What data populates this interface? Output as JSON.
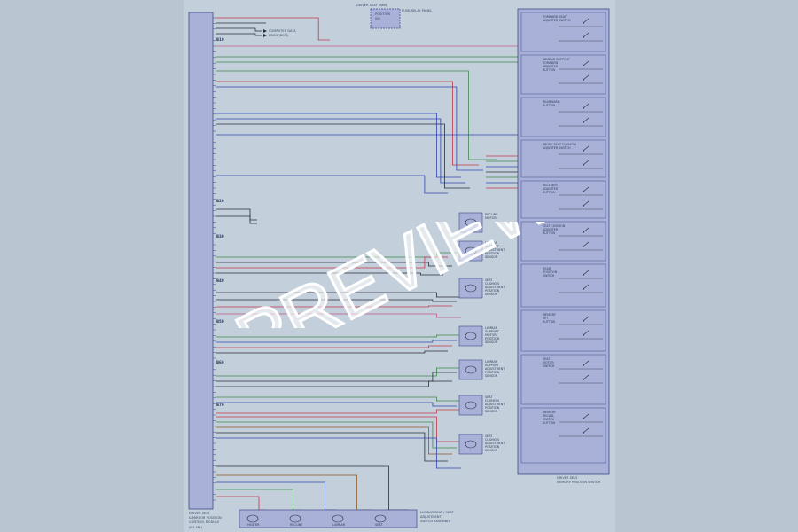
{
  "watermark": "PREVIEW",
  "colors": {
    "background": "#b9c6d1",
    "sheet": "#c3cfda",
    "box_fill": "#a9b1d8",
    "box_stroke": "#3f4a8a",
    "wire_red": "#c0384a",
    "wire_green": "#3d8a4a",
    "wire_blue": "#2f46b0",
    "wire_black": "#2a2f3a",
    "wire_pink": "#c45a8a",
    "wire_brown": "#8a5a2a"
  },
  "module": {
    "label_lines": [
      "DRIVER SEAT",
      "& MIRROR POSITION",
      "CONTROL MODULE"
    ],
    "sub_label": "(M1-M6)",
    "connectors": [
      "B10",
      "B20",
      "B30",
      "B40",
      "B50",
      "B60",
      "B70"
    ]
  },
  "top_box": {
    "label": "DRIVER SEAT MAIN",
    "note_lines": [
      "POSITION",
      "SW"
    ],
    "side_note": "FUSE/RELAY PANEL"
  },
  "mirror_block": {
    "lines": [
      "COMPUTER DATA",
      "LINES (BCM)"
    ]
  },
  "memory_switch": {
    "label_lines": [
      "DRIVER SEAT",
      "MEMORY POSITION SWITCH"
    ],
    "sections": [
      {
        "label": [
          "FORWARD SEAT",
          "ADJUSTER SWITCH"
        ]
      },
      {
        "label": [
          "LUMBAR SUPPORT",
          "FORWARD",
          "ADJUSTER",
          "BUTTON"
        ]
      },
      {
        "label": [
          "REARWARD",
          "BUTTON"
        ]
      },
      {
        "label": [
          "FRONT SEAT CUSHION",
          "ADJUSTER SWITCH"
        ]
      },
      {
        "label": [
          "RECLINER",
          "ADJUSTER",
          "BUTTON"
        ]
      },
      {
        "label": [
          "SEAT CUSHION",
          "ADJUSTER",
          "BUTTON"
        ]
      },
      {
        "label": [
          "REAR",
          "POSITION",
          "SWITCH"
        ]
      },
      {
        "label": [
          "MEMORY",
          "SET",
          "BUTTON"
        ]
      },
      {
        "label": [
          "SEAT",
          "MOTOR",
          "SWITCH"
        ]
      },
      {
        "label": [
          "MEMORY",
          "RECALL",
          "SWITCH",
          "BUTTON"
        ]
      }
    ]
  },
  "motors": [
    {
      "label": [
        "RECLINE",
        "MOTOR"
      ]
    },
    {
      "label": [
        "LUMBAR",
        "SUPPORT",
        "ADJUSTMENT",
        "POSITION",
        "SENSOR"
      ]
    },
    {
      "label": [
        "SEAT",
        "CUSHION",
        "ADJUSTMENT",
        "POSITION",
        "SENSOR"
      ]
    },
    {
      "label": [
        "LUMBAR",
        "SUPPORT",
        "MOTOR",
        "POSITION",
        "SENSOR"
      ]
    },
    {
      "label": [
        "LUMBAR",
        "SUPPORT",
        "ADJUSTMENT",
        "POSITION",
        "SENSOR"
      ]
    },
    {
      "label": [
        "SEAT",
        "CUSHION",
        "ADJUSTMENT",
        "POSITION",
        "SENSOR"
      ]
    },
    {
      "label": [
        "SEAT",
        "CUSHION",
        "ADJUSTMENT",
        "POSITION",
        "SENSOR"
      ]
    }
  ],
  "bottom_box": {
    "label_lines": [
      "LUMBAR SEAT / SEAT",
      "ADJUSTMENT",
      "SWITCH ASSEMBLY"
    ],
    "cells": [
      "HEATER",
      "RECLINE",
      "LUMBAR",
      "SEAT"
    ]
  }
}
